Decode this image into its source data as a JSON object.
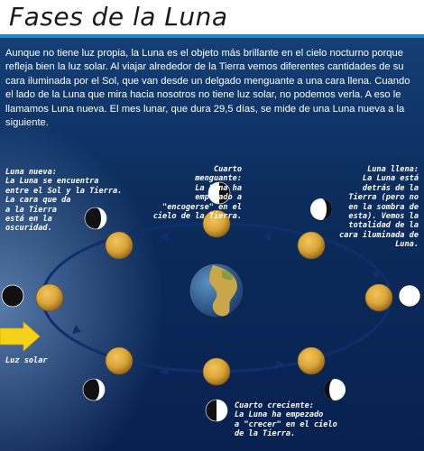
{
  "header": {
    "title": "Fases de la Luna"
  },
  "intro": {
    "text": "Aunque no tiene luz propia, la Luna es el objeto más brillante en el cielo nocturno porque refleja bien la luz solar. Al viajar alrededor de la Tierra vemos diferentes cantidades de su cara iluminada por el Sol, que van desde un delgado menguante a una cara llena. Cuando el lado de la Luna que mira hacia nosotros no tiene luz solar, no podemos verla. A eso le llamamos Luna nueva. El mes lunar, que dura 29,5 días, se mide de una Luna nueva a la siguiente."
  },
  "labels": {
    "new_moon": {
      "head": "Luna nueva:",
      "lines": [
        "La Luna se encuentra",
        "entre el Sol y la Tierra.",
        "La cara que da",
        "a la Tierra",
        "está en la",
        "oscuridad."
      ]
    },
    "last_quarter": {
      "head": "Cuarto",
      "lines": [
        "menguante:",
        "La Luna ha",
        "empezado a",
        "\"encogerse\" en el",
        "cielo de la Tierra."
      ]
    },
    "full_moon": {
      "head": "Luna llena:",
      "lines": [
        "La Luna está",
        "detrás de la",
        "Tierra (pero no",
        "en la sombra de",
        "esta). Vemos la",
        "totalidad de la",
        "cara iluminada de",
        "Luna."
      ]
    },
    "first_quarter": {
      "head": "Cuarto creciente:",
      "lines": [
        "La Luna ha empezado",
        "a \"crecer\" en el cielo",
        "de la Tierra."
      ]
    },
    "sunlight": "Luz solar"
  },
  "colors": {
    "background": "#0b2c5c",
    "header_accent": "#1e88c9",
    "orbit": "#0e2f6b",
    "sun_arrow": "#f5d21a",
    "moon_lit": "#ffffff",
    "moon_dark": "#111111",
    "moon_surface": "#d9a53a"
  }
}
